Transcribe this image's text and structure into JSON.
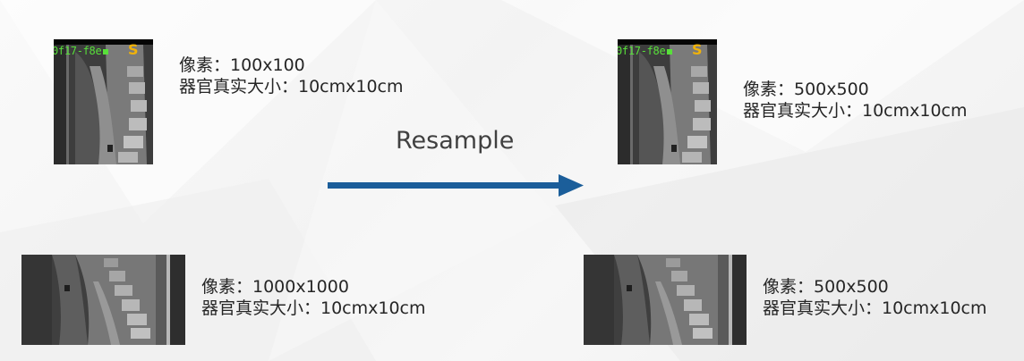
{
  "arrow": {
    "label": "Resample",
    "color": "#1b5e9a"
  },
  "overlay": {
    "code_text": "0f17-f8e",
    "s_glyph": "S",
    "code_color": "#58e03a",
    "s_color": "#f0b20a"
  },
  "tiles": [
    {
      "id": "top-left",
      "pixels_line": "像素：100x100",
      "size_line": "器官真实大小：10cmx10cm"
    },
    {
      "id": "top-right",
      "pixels_line": "像素：500x500",
      "size_line": "器官真实大小：10cmx10cm"
    },
    {
      "id": "bottom-left",
      "pixels_line": "像素：1000x1000",
      "size_line": "器官真实大小：10cmx10cm"
    },
    {
      "id": "bottom-right",
      "pixels_line": "像素：500x500",
      "size_line": "器官真实大小：10cmx10cm"
    }
  ]
}
